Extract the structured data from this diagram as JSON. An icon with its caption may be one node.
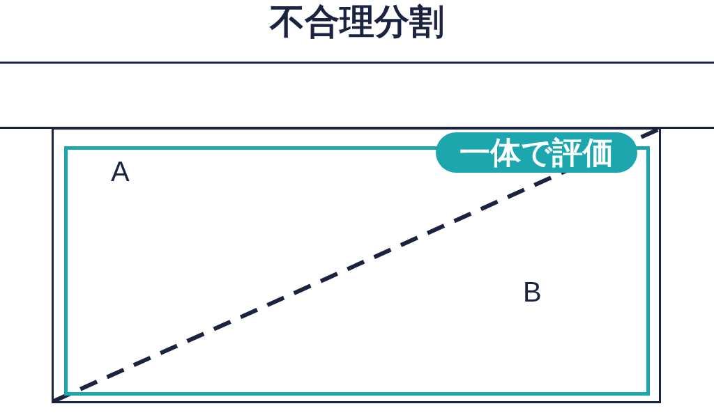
{
  "diagram": {
    "title": "不合理分割",
    "nodes": [
      {
        "text": [],
        "shape": "box"
      },
      {
        "text": [
          "一体で評価"
        ],
        "in": 0
      }
    ],
    "labels": [
      "A",
      "B"
    ]
  }
}
